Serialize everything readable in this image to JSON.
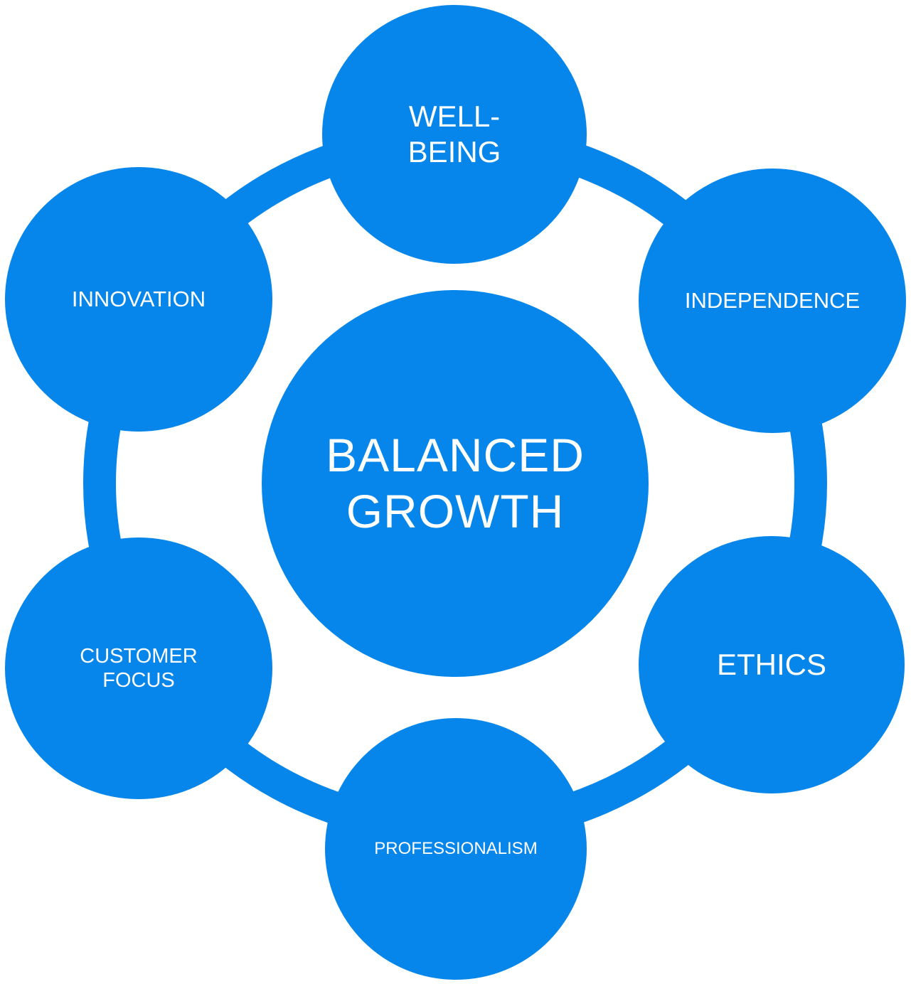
{
  "colors": {
    "node_fill": "#0686ea",
    "ring_stroke": "#0686ea",
    "text": "#ffffff",
    "background": "#ffffff"
  },
  "center": {
    "label": "BALANCED\nGROWTH"
  },
  "values": [
    {
      "id": "well-being",
      "label": "WELL-\nBEING"
    },
    {
      "id": "independence",
      "label": "INDEPENDENCE"
    },
    {
      "id": "ethics",
      "label": "ETHICS"
    },
    {
      "id": "professionalism",
      "label": "PROFESSIONALISM"
    },
    {
      "id": "customer-focus",
      "label": "CUSTOMER\nFOCUS"
    },
    {
      "id": "innovation",
      "label": "INNOVATION"
    }
  ]
}
